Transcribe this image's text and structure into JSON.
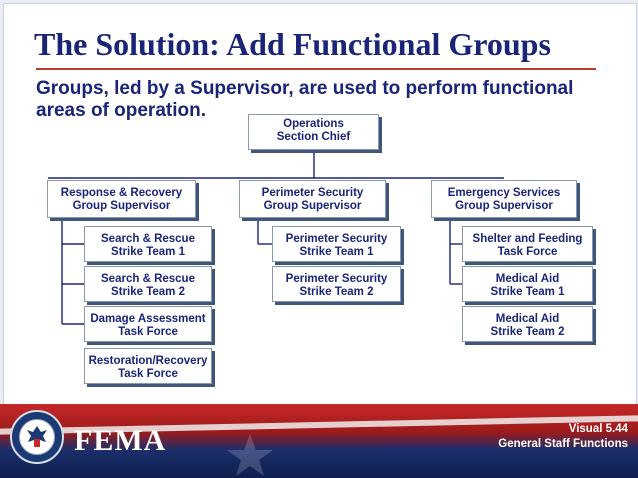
{
  "slide": {
    "title": "The Solution:  Add Functional Groups",
    "subtitle": "Groups, led by a Supervisor, are used to perform functional areas of operation."
  },
  "org_chart": {
    "top": "Operations\nSection Chief",
    "groups": [
      {
        "label": "Response & Recovery\nGroup Supervisor",
        "units": [
          "Search & Rescue\nStrike Team 1",
          "Search & Rescue\nStrike Team 2",
          "Damage Assessment\nTask Force",
          "Restoration/Recovery\nTask Force"
        ]
      },
      {
        "label": "Perimeter Security\nGroup Supervisor",
        "units": [
          "Perimeter Security\nStrike Team 1",
          "Perimeter Security\nStrike Team 2"
        ]
      },
      {
        "label": "Emergency Services\nGroup Supervisor",
        "units": [
          "Shelter and Feeding\nTask Force",
          "Medical Aid\nStrike Team 1",
          "Medical Aid\nStrike Team 2"
        ]
      }
    ]
  },
  "footer": {
    "logo_text": "FEMA",
    "visual_number": "Visual 5.44",
    "visual_title": "General Staff Functions"
  },
  "colors": {
    "title": "#1a2578",
    "rule": "#c0392b",
    "box_shadow": "#3f567a",
    "footer_red": "#c62828",
    "footer_blue": "#1b2f6b"
  }
}
